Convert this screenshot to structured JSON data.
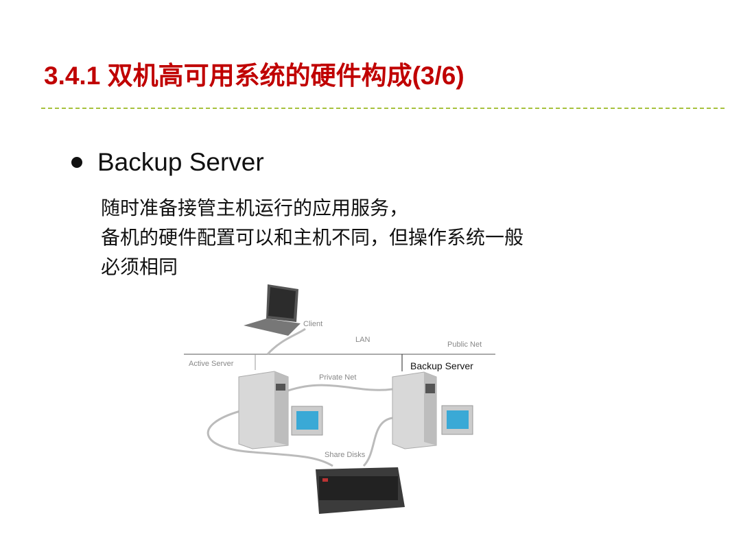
{
  "slide": {
    "title": "3.4.1 双机高可用系统的硬件构成(3/6)",
    "bullet": "Backup Server",
    "lines": [
      "随时准备接管主机运行的应用服务，",
      "备机的硬件配置可以和主机不同，但操作系统一般",
      "必须相同"
    ]
  },
  "diagram": {
    "client": "Client",
    "lan": "LAN",
    "public_net": "Public Net",
    "active_server": "Active Server",
    "private_net": "Private Net",
    "backup_server": "Backup Server",
    "share_disks": "Share Disks"
  },
  "colors": {
    "title": "#c00000",
    "divider": "#a6c13c"
  }
}
